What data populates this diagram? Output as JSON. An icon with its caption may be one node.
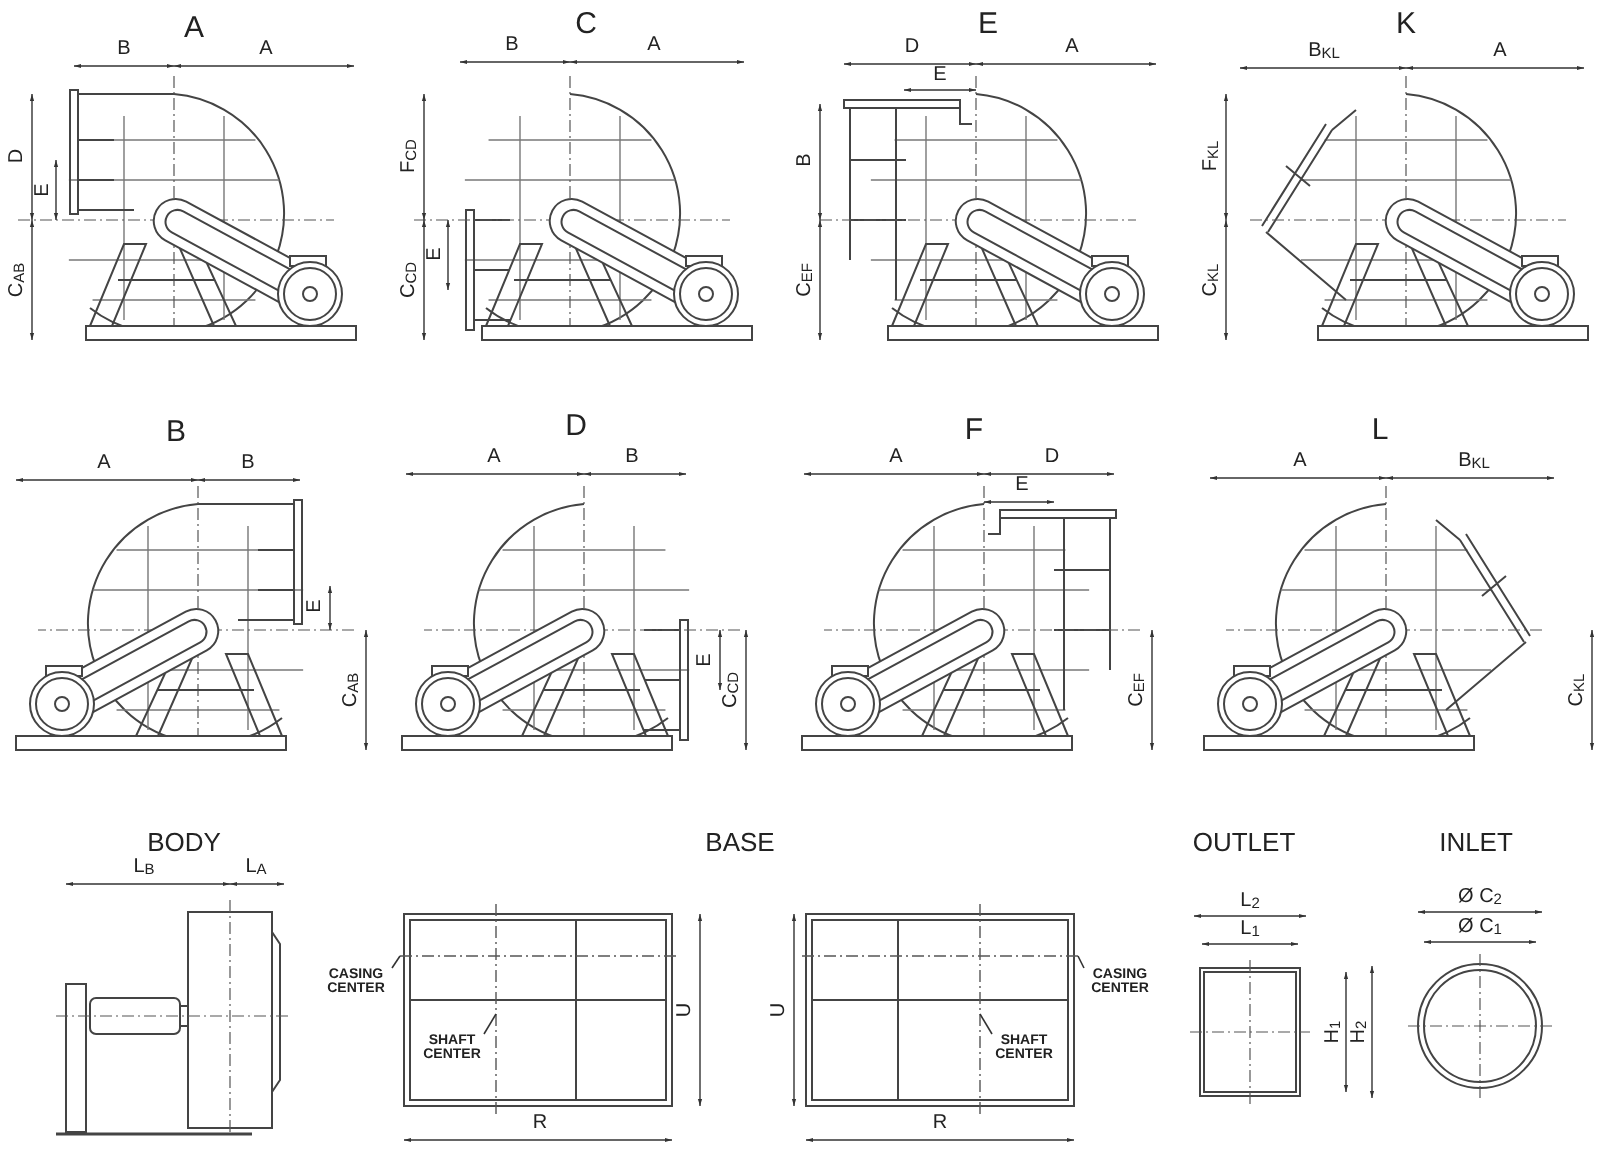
{
  "diagram": {
    "nodes": [
      {
        "text": [
          "CASING CENTER"
        ]
      },
      {
        "text": [
          "SHAFT CENTER"
        ]
      },
      {
        "text": [
          "CASING CENTER"
        ]
      },
      {
        "text": [
          "SHAFT CENTER"
        ]
      },
      {
        "text": [],
        "shape": "line"
      },
      {
        "text": [],
        "shape": "line"
      },
      {
        "text": [],
        "shape": "line"
      },
      {
        "text": [],
        "shape": "line"
      }
    ],
    "edges": [
      {
        "from": 0,
        "to": 4,
        "arrow": "none"
      },
      {
        "from": 1,
        "to": 5,
        "arrow": "none"
      },
      {
        "from": 2,
        "to": 6,
        "arrow": "none"
      },
      {
        "from": 3,
        "to": 7,
        "arrow": "none"
      }
    ],
    "labels": [
      "A",
      "B",
      "A",
      "D",
      "E",
      "C$_{AB}$",
      "C",
      "B",
      "A",
      "F$_{CD}$",
      "E",
      "C$_{CD}$",
      "E",
      "D",
      "A",
      "E",
      "B",
      "C$_{EF}$",
      "K",
      "B$_{KL}$",
      "A",
      "F$_{KL}$",
      "C$_{KL}$",
      "B",
      "A",
      "B",
      "E",
      "C$_{AB}$",
      "D",
      "A",
      "B",
      "E",
      "C$_{CD}$",
      "F",
      "A",
      "D",
      "E",
      "C$_{EF}$",
      "L",
      "A",
      "B$_{KL}$",
      "C$_{KL}$",
      "BODY",
      "L$_{B}$",
      "L$_{A}$",
      "BASE",
      "U",
      "R",
      "U",
      "R",
      "OUTLET",
      "L$_{2}$",
      "L$_{1}$",
      "H$_{1}$",
      "H$_{2}$",
      "INLET",
      "Ø C$_{2}$",
      "Ø C$_{1}$"
    ]
  }
}
